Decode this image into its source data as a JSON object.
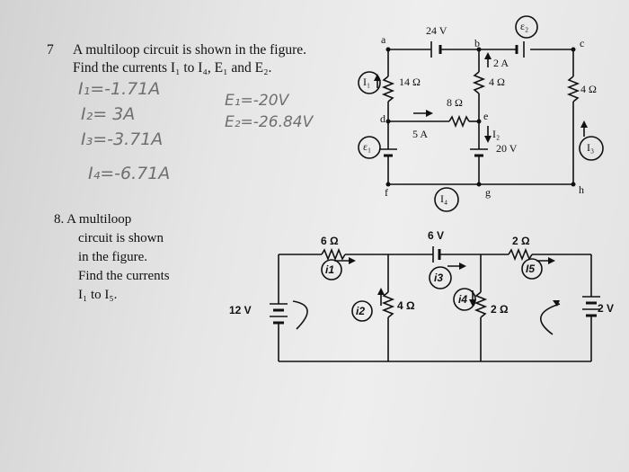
{
  "problem7": {
    "number": "7",
    "line1": "A multiloop circuit is shown in the figure.",
    "line2": "Find the currents I₁ to I₄, E₁ and E₂."
  },
  "answers": {
    "i1": "I₁=-1.71A",
    "e1": "E₁=-20V",
    "i2": "I₂= 3A",
    "e2": "E₂=-26.84V",
    "i3": "I₃=-3.71A",
    "i4": "I₄=-6.71A"
  },
  "circuit1": {
    "node_a": "a",
    "node_b": "b",
    "node_c": "c",
    "node_d": "d",
    "node_e": "e",
    "node_f": "f",
    "node_g": "g",
    "node_h": "h",
    "emf_top": "24 V",
    "emf_e2": "ε₂",
    "emf_e1": "ε₁",
    "current_2a": "2 A",
    "r_14": "14 Ω",
    "r_4_mid": "4 Ω",
    "r_8": "8 Ω",
    "r_4_right": "4 Ω",
    "current_5a": "5 A",
    "emf_20": "20 V",
    "i1": "I₁",
    "i2": "I₂",
    "i3": "I₃",
    "i4": "I₄"
  },
  "problem8": {
    "line1": "8. A multiloop",
    "line2": "circuit is shown",
    "line3": "in the figure.",
    "line4": "Find the currents",
    "line5": "I₁ to I₅."
  },
  "circuit2": {
    "r_6": "6 Ω",
    "emf_6": "6 V",
    "r_2_top": "2 Ω",
    "emf_12": "12 V",
    "r_4": "4 Ω",
    "r_2_mid": "2 Ω",
    "emf_2": "2 V",
    "i1": "i1",
    "i2": "i2",
    "i3": "i3",
    "i4": "i4",
    "i5": "I5"
  }
}
